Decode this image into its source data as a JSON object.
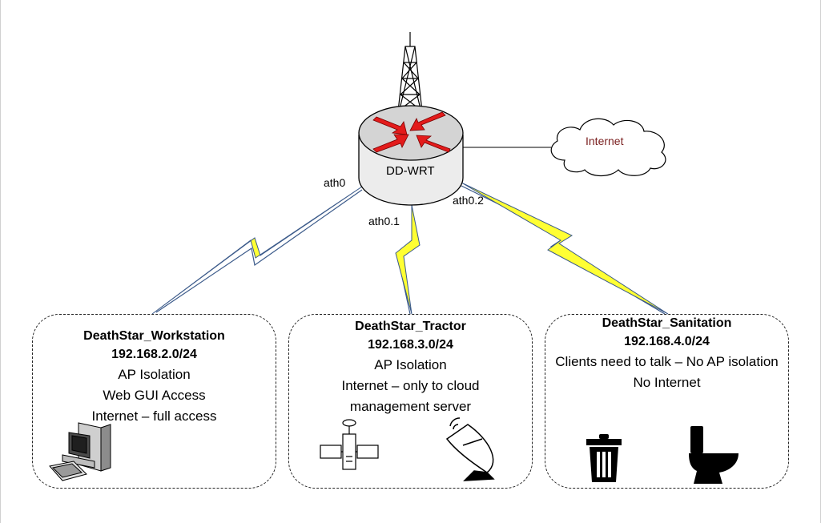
{
  "router": {
    "label": "DD-WRT"
  },
  "internet": {
    "label": "Internet"
  },
  "interfaces": [
    "ath0",
    "ath0.1",
    "ath0.2"
  ],
  "networks": [
    {
      "ssid": "DeathStar_Workstation",
      "subnet": "192.168.2.0/24",
      "lines": [
        "AP Isolation",
        "Web GUI Access",
        "Internet – full access"
      ],
      "icons": [
        "workstation-computer-icon"
      ]
    },
    {
      "ssid": "DeathStar_Tractor",
      "subnet": "192.168.3.0/24",
      "lines": [
        "AP Isolation",
        "Internet – only to cloud",
        "management server"
      ],
      "icons": [
        "satellite-icon",
        "satellite-dish-icon"
      ]
    },
    {
      "ssid": "DeathStar_Sanitation",
      "subnet": "192.168.4.0/24",
      "lines": [
        "Clients need to talk – No AP isolation",
        "No Internet"
      ],
      "icons": [
        "trash-can-icon",
        "toilet-icon"
      ]
    }
  ],
  "colors": {
    "bolt_fill": "#ffff33",
    "link_line": "#3b5a8a",
    "router_arrows": "#e31b1b"
  }
}
